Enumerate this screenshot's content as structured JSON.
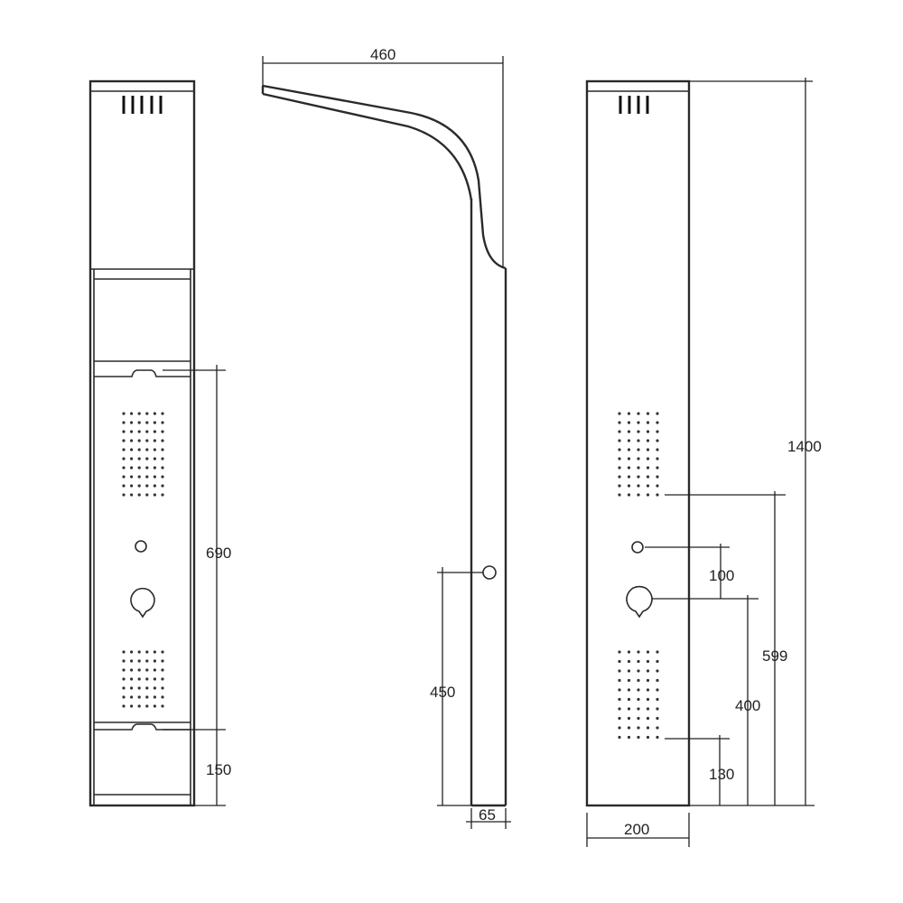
{
  "title": "Shower panel dimension drawing",
  "dimensions": {
    "front_upper_span": "690",
    "front_lower_span": "150",
    "arm_projection": "460",
    "side_control_height": "450",
    "side_depth": "65",
    "total_height": "1400",
    "jets_top_height": "599",
    "mixer_height": "400",
    "diverter_offset": "100",
    "jets_bottom_height": "130",
    "panel_width": "200"
  },
  "colors": {
    "line": "#2a2a2a",
    "background": "#ffffff"
  }
}
